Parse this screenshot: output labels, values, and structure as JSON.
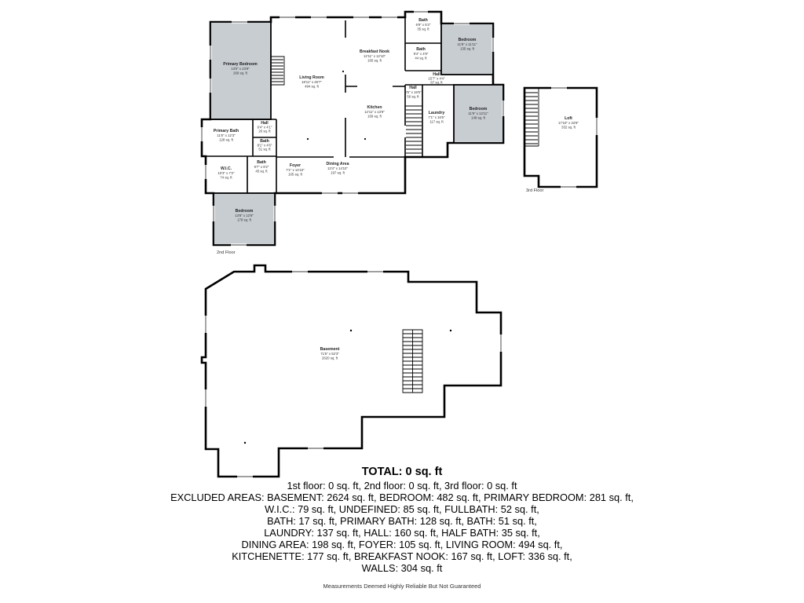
{
  "floor2": {
    "caption": "2nd Floor",
    "rooms": [
      {
        "name": "Primary Bedroom",
        "dims": "13'0\" x 23'9\"",
        "area": "269 sq. ft"
      },
      {
        "name": "Breakfast Nook",
        "dims": "12'11\" x 12'10\"",
        "area": "165 sq. ft"
      },
      {
        "name": "Bath",
        "dims": "6'9\" x 5'2\"",
        "area": "35 sq. ft"
      },
      {
        "name": "Bedroom",
        "dims": "11'9\" x 11'11\"",
        "area": "135 sq. ft"
      },
      {
        "name": "Bath",
        "dims": "9'4\" x 4'9\"",
        "area": "44 sq. ft"
      },
      {
        "name": "Hall",
        "dims": "15'7\" x 4'4\"",
        "area": "67 sq. ft"
      },
      {
        "name": "Living Room",
        "dims": "18'11\" x 26'7\"",
        "area": "494 sq. ft"
      },
      {
        "name": "Hall",
        "dims": "3'5\" x 16'5\"",
        "area": "56 sq. ft"
      },
      {
        "name": "Kitchen",
        "dims": "12'11\" x 13'9\"",
        "area": "169 sq. ft"
      },
      {
        "name": "Laundry",
        "dims": "7'1\" x 16'5\"",
        "area": "117 sq. ft"
      },
      {
        "name": "Bedroom",
        "dims": "11'9\" x 12'11\"",
        "area": "148 sq. ft"
      },
      {
        "name": "Primary Bath",
        "dims": "11'5\" x 12'3\"",
        "area": "128 sq. ft"
      },
      {
        "name": "Hall",
        "dims": "6'4\" x 4'1\"",
        "area": "26 sq. ft"
      },
      {
        "name": "Bath",
        "dims": "8'1\" x 4'6\"",
        "area": "51 sq. ft"
      },
      {
        "name": "Bath",
        "dims": "9'7\" x 8'2\"",
        "area": "45 sq. ft"
      },
      {
        "name": "W.I.C.",
        "dims": "10'3\" x 7'2\"",
        "area": "74 sq. ft"
      },
      {
        "name": "Foyer",
        "dims": "7'1\" x 14'10\"",
        "area": "105 sq. ft"
      },
      {
        "name": "Dining Area",
        "dims": "13'4\" x 14'10\"",
        "area": "197 sq. ft"
      },
      {
        "name": "Bedroom",
        "dims": "13'8\" x 12'8\"",
        "area": "178 sq. ft"
      }
    ]
  },
  "floor3": {
    "caption": "3rd Floor",
    "rooms": [
      {
        "name": "Loft",
        "dims": "17'10\" x 22'8\"",
        "area": "332 sq. ft"
      }
    ]
  },
  "basement": {
    "rooms": [
      {
        "name": "Basement",
        "dims": "71'5\" x 52'3\"",
        "area": "2620 sq. ft"
      }
    ]
  },
  "summary": {
    "total": "TOTAL: 0 sq. ft",
    "lines": [
      "1st floor: 0 sq. ft, 2nd floor: 0 sq. ft, 3rd floor: 0 sq. ft",
      "EXCLUDED AREAS: BASEMENT: 2624 sq. ft, BEDROOM: 482 sq. ft, PRIMARY BEDROOM: 281 sq. ft,",
      "W.I.C.: 79 sq. ft, UNDEFINED: 85 sq. ft, FULLBATH: 52 sq. ft,",
      "BATH: 17 sq. ft, PRIMARY BATH: 128 sq. ft, BATH: 51 sq. ft,",
      "LAUNDRY: 137 sq. ft, HALL: 160 sq. ft, HALF BATH: 35 sq. ft,",
      "DINING AREA: 198 sq. ft, FOYER: 105 sq. ft, LIVING ROOM: 494 sq. ft,",
      "KITCHENETTE: 177 sq. ft, BREAKFAST NOOK: 167 sq. ft, LOFT: 336 sq. ft,",
      "WALLS: 304 sq. ft"
    ],
    "disclaimer": "Measurements Deemed Highly Reliable But Not Guaranteed"
  }
}
